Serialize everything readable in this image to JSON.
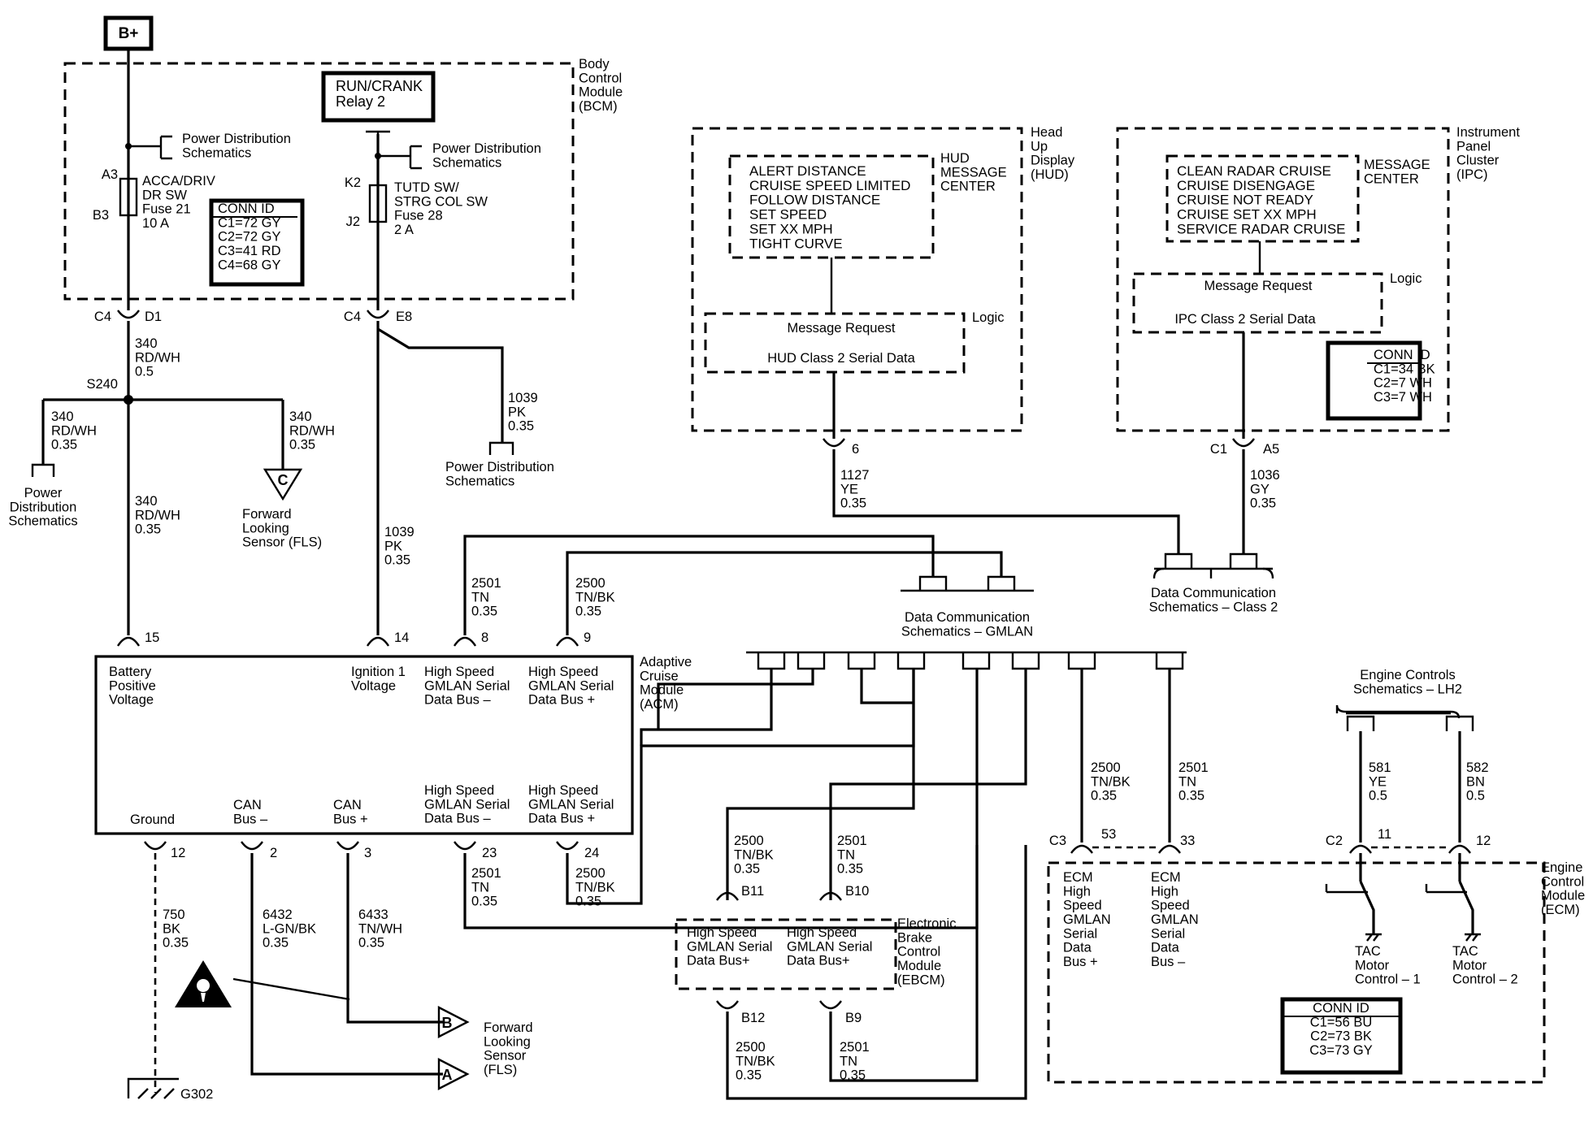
{
  "labels": {
    "bplus": "B+",
    "bcm": [
      "Body",
      "Control",
      "Module",
      "(BCM)"
    ],
    "run_crank": [
      "RUN/CRANK",
      "Relay 2"
    ],
    "pds1": [
      "Power Distribution",
      "Schematics"
    ],
    "pds2": [
      "Power Distribution",
      "Schematics"
    ],
    "pds3": [
      "Power Distribution",
      "Schematics"
    ],
    "pds4": [
      "Power",
      "Distribution",
      "Schematics"
    ],
    "a3": "A3",
    "b3": "B3",
    "k2": "K2",
    "j2": "J2",
    "fuse21": [
      "ACCA/DRIV",
      "DR SW",
      "Fuse 21",
      "10 A"
    ],
    "fuse28": [
      "TUTD SW/",
      "STRG COL SW",
      "Fuse 28",
      "2 A"
    ],
    "conn_bcm": [
      "CONN ID",
      "C1=72 GY",
      "C2=72 GY",
      "C3=41 RD",
      "C4=68 GY"
    ],
    "c4a": "C4",
    "d1": "D1",
    "c4b": "C4",
    "e8": "E8",
    "s240": "S240",
    "w340a": [
      "340",
      "RD/WH",
      "0.5"
    ],
    "w340b": [
      "340",
      "RD/WH",
      "0.35"
    ],
    "w340c": [
      "340",
      "RD/WH",
      "0.35"
    ],
    "w340d": [
      "340",
      "RD/WH",
      "0.35"
    ],
    "w1039a": [
      "1039",
      "PK",
      "0.35"
    ],
    "w1039b": [
      "1039",
      "PK",
      "0.35"
    ],
    "flsc": [
      "Forward",
      "Looking",
      "Sensor (FLS)"
    ],
    "conn_c": "C",
    "hud": [
      "Head",
      "Up",
      "Display",
      "(HUD)"
    ],
    "hud_mc": [
      "HUD",
      "MESSAGE",
      "CENTER"
    ],
    "hud_msgs": [
      "ALERT DISTANCE",
      "CRUISE SPEED LIMITED",
      "FOLLOW DISTANCE",
      "SET SPEED",
      "SET XX MPH",
      "TIGHT CURVE"
    ],
    "hud_logic": "Logic",
    "hud_req": "Message Request",
    "hud_serial": "HUD Class 2 Serial Data",
    "pin6": "6",
    "w1127": [
      "1127",
      "YE",
      "0.35"
    ],
    "ipc": [
      "Instrument",
      "Panel",
      "Cluster",
      "(IPC)"
    ],
    "ipc_mc": [
      "MESSAGE",
      "CENTER"
    ],
    "ipc_msgs": [
      "CLEAN RADAR CRUISE",
      "CRUISE DISENGAGE",
      "CRUISE NOT READY",
      "CRUISE SET XX MPH",
      "SERVICE RADAR CRUISE"
    ],
    "ipc_logic": "Logic",
    "ipc_req": "Message Request",
    "ipc_serial": "IPC Class 2 Serial Data",
    "conn_ipc": [
      "CONN ID",
      "C1=34 BK",
      "C2=7 WH",
      "C3=7 WH"
    ],
    "c1": "C1",
    "a5": "A5",
    "w1036": [
      "1036",
      "GY",
      "0.35"
    ],
    "dcs2": [
      "Data Communication",
      "Schematics – Class 2"
    ],
    "dcsg": [
      "Data Communication",
      "Schematics – GMLAN"
    ],
    "w2501a": [
      "2501",
      "TN",
      "0.35"
    ],
    "w2500a": [
      "2500",
      "TN/BK",
      "0.35"
    ],
    "pin15": "15",
    "pin14": "14",
    "pin8": "8",
    "pin9": "9",
    "acm": [
      "Adaptive",
      "Cruise",
      "Module",
      "(ACM)"
    ],
    "acm_bpv": [
      "Battery",
      "Positive",
      "Voltage"
    ],
    "acm_ign": [
      "Ignition 1",
      "Voltage"
    ],
    "acm_hsm1": [
      "High Speed",
      "GMLAN Serial",
      "Data Bus –"
    ],
    "acm_hsp1": [
      "High Speed",
      "GMLAN Serial",
      "Data Bus +"
    ],
    "acm_hsm2": [
      "High Speed",
      "GMLAN Serial",
      "Data Bus –"
    ],
    "acm_hsp2": [
      "High Speed",
      "GMLAN Serial",
      "Data Bus +"
    ],
    "acm_gnd": "Ground",
    "acm_canm": [
      "CAN",
      "Bus –"
    ],
    "acm_canp": [
      "CAN",
      "Bus +"
    ],
    "pin12a": "12",
    "pin2": "2",
    "pin3": "3",
    "pin23": "23",
    "pin24": "24",
    "w2501b": [
      "2501",
      "TN",
      "0.35"
    ],
    "w2500b": [
      "2500",
      "TN/BK",
      "0.35"
    ],
    "w750": [
      "750",
      "BK",
      "0.35"
    ],
    "w6432": [
      "6432",
      "L-GN/BK",
      "0.35"
    ],
    "w6433": [
      "6433",
      "TN/WH",
      "0.35"
    ],
    "g302": "G302",
    "conn_b": "B",
    "conn_a": "A",
    "fls": [
      "Forward",
      "Looking",
      "Sensor",
      "(FLS)"
    ],
    "w2500c": [
      "2500",
      "TN/BK",
      "0.35"
    ],
    "w2501c": [
      "2501",
      "TN",
      "0.35"
    ],
    "b11": "B11",
    "b10": "B10",
    "ebcm_hs1": [
      "High Speed",
      "GMLAN Serial",
      "Data Bus+"
    ],
    "ebcm_hs2": [
      "High Speed",
      "GMLAN Serial",
      "Data Bus+"
    ],
    "ebcm": [
      "Electronic",
      "Brake",
      "Control",
      "Module",
      "(EBCM)"
    ],
    "b12": "B12",
    "b9": "B9",
    "w2500d": [
      "2500",
      "TN/BK",
      "0.35"
    ],
    "w2501d": [
      "2501",
      "TN",
      "0.35"
    ],
    "w2500e": [
      "2500",
      "TN/BK",
      "0.35"
    ],
    "w2501e": [
      "2501",
      "TN",
      "0.35"
    ],
    "c3": "C3",
    "pin53": "53",
    "pin33": "33",
    "ecm_p": [
      "ECM",
      "High",
      "Speed",
      "GMLAN",
      "Serial",
      "Data",
      "Bus +"
    ],
    "ecm_m": [
      "ECM",
      "High",
      "Speed",
      "GMLAN",
      "Serial",
      "Data",
      "Bus –"
    ],
    "ecs": [
      "Engine Controls",
      "Schematics – LH2"
    ],
    "w581": [
      "581",
      "YE",
      "0.5"
    ],
    "w582": [
      "582",
      "BN",
      "0.5"
    ],
    "c2": "C2",
    "pin11": "11",
    "pin12b": "12",
    "tac1": [
      "TAC",
      "Motor",
      "Control – 1"
    ],
    "tac2": [
      "TAC",
      "Motor",
      "Control – 2"
    ],
    "ecm": [
      "Engine",
      "Control",
      "Module",
      "(ECM)"
    ],
    "conn_ecm": [
      "CONN ID",
      "C1=56 BU",
      "C2=73 BK",
      "C3=73 GY"
    ]
  }
}
